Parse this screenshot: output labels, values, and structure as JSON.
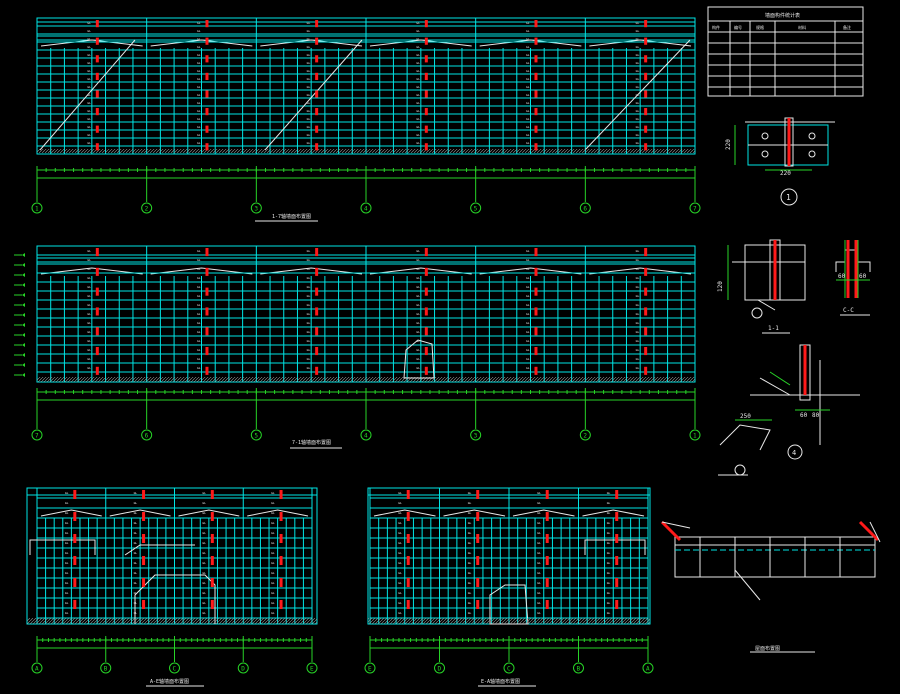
{
  "views": {
    "elev_1_7": {
      "title": "1-7轴墙面布置图"
    },
    "elev_7_1": {
      "title": "7-1轴墙面布置图"
    },
    "elev_a_e": {
      "title": "A-E轴墙面布置图"
    },
    "elev_e_a": {
      "title": "E-A轴墙面布置图"
    },
    "gable": {
      "title": "屋面布置图"
    }
  },
  "axes_1_7": [
    "1",
    "2",
    "3",
    "4",
    "5",
    "6",
    "7"
  ],
  "axes_7_1": [
    "7",
    "6",
    "5",
    "4",
    "3",
    "2",
    "1"
  ],
  "axes_a_e": [
    "A",
    "B",
    "C",
    "D",
    "E"
  ],
  "axes_e_a": [
    "E",
    "D",
    "C",
    "B",
    "A"
  ],
  "table": {
    "title": "墙面构件统计表",
    "headers": [
      "构件",
      "编号",
      "规格",
      "材料",
      "备注"
    ]
  },
  "details": {
    "d1": "1",
    "d2": "1-1",
    "d3": "C-C",
    "d4": "4",
    "dim_220": "220",
    "dim_60": "60",
    "dim_80": "80"
  },
  "colors": {
    "frame": "#00e5e5",
    "dimension": "#27d327",
    "bracing": "#ff1a1a",
    "text": "#e8e8e8"
  }
}
